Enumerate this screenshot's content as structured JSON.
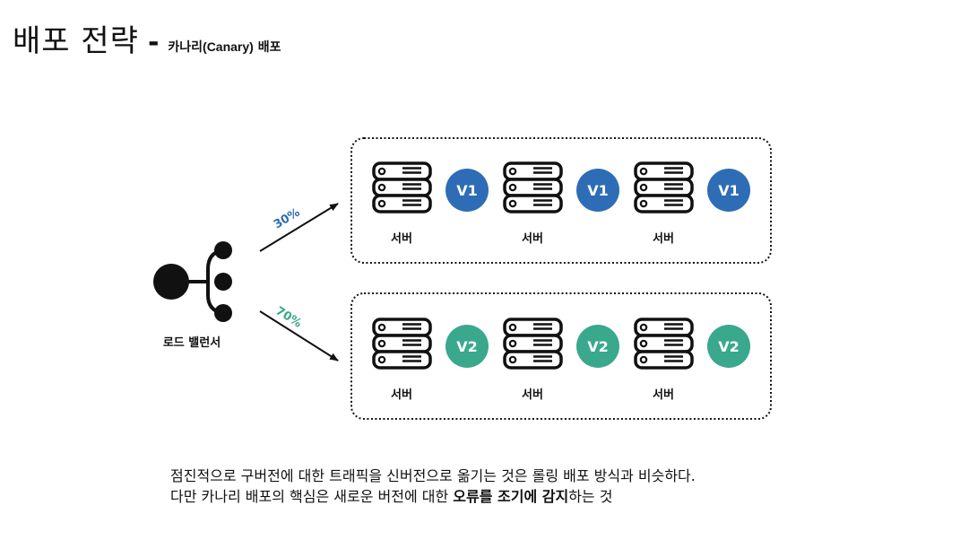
{
  "title": {
    "main": "배포 전략",
    "dash": "-",
    "sub_prefix": "카나리",
    "sub_latin": "(Canary)",
    "sub_suffix": " 배포"
  },
  "diagram": {
    "load_balancer_label": "로드 밸런서",
    "groups": [
      {
        "percentage": "30%",
        "version": "V1",
        "color": "#2e6db5",
        "servers": [
          "서버",
          "서버",
          "서버"
        ]
      },
      {
        "percentage": "70%",
        "version": "V2",
        "color": "#3aa88c",
        "servers": [
          "서버",
          "서버",
          "서버"
        ]
      }
    ]
  },
  "caption": {
    "line1": "점진적으로 구버전에 대한 트래픽을 신버전으로 옮기는 것은 롤링 배포 방식과 비슷하다.",
    "line2_prefix": "다만 카나리 배포의 핵심은 새로운 버전에 대한 ",
    "line2_bold1": "오류를 조기에 감지",
    "line2_suffix": "하는 것"
  }
}
